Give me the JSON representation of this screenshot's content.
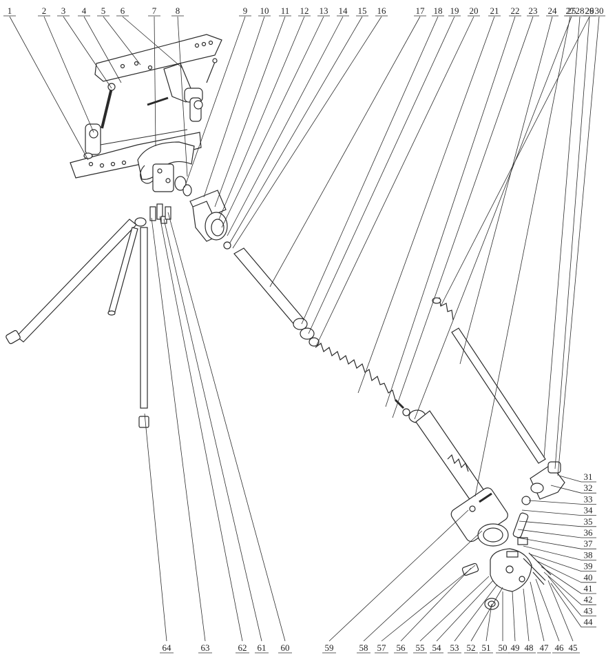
{
  "diagram": {
    "line_color": "#2a2a2a",
    "top_callouts": [
      "1",
      "2",
      "3",
      "4",
      "5",
      "6",
      "7",
      "8",
      "9",
      "10",
      "11",
      "12",
      "13",
      "14",
      "15",
      "16",
      "17",
      "18",
      "19",
      "20",
      "21",
      "22",
      "23",
      "24",
      "25",
      "26",
      "27",
      "28",
      "29",
      "30"
    ],
    "right_callouts": [
      "31",
      "32",
      "33",
      "34",
      "35",
      "36",
      "37",
      "38",
      "39",
      "40",
      "41",
      "42",
      "43",
      "44"
    ],
    "bottom_callouts": [
      "64",
      "63",
      "62",
      "61",
      "60",
      "59",
      "58",
      "57",
      "56",
      "55",
      "54",
      "53",
      "52",
      "51",
      "50",
      "49",
      "48",
      "47",
      "46",
      "45"
    ]
  }
}
